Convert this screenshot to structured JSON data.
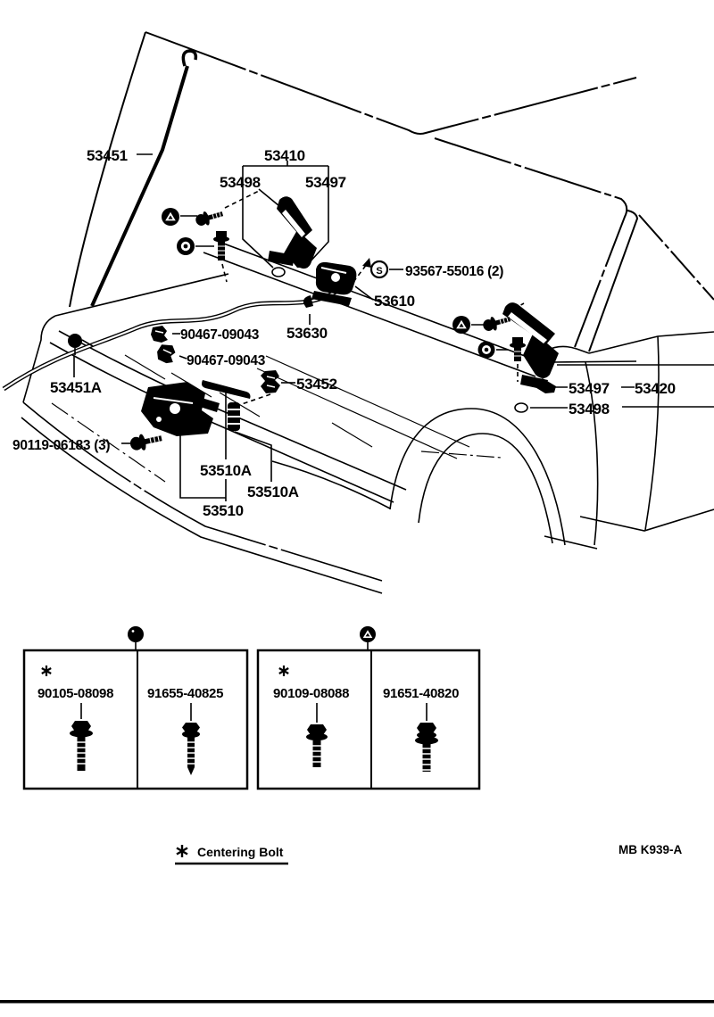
{
  "page": {
    "background": "#ffffff",
    "ink": "#000000",
    "footer_code": "MB K939-A",
    "legend": {
      "symbol": "※",
      "label": "Centering Bolt"
    }
  },
  "diagram": {
    "s_symbol": "S",
    "labels": [
      {
        "id": "rod",
        "text": "53451"
      },
      {
        "id": "hinge-assy-l",
        "text": "53410"
      },
      {
        "id": "pad-l",
        "text": "53498"
      },
      {
        "id": "bolt-l",
        "text": "53497"
      },
      {
        "id": "screw-set",
        "text": "93567-55016 (2)"
      },
      {
        "id": "latch",
        "text": "53610"
      },
      {
        "id": "clip-1",
        "text": "90467-09043"
      },
      {
        "id": "clip-2",
        "text": "90467-09043"
      },
      {
        "id": "cable",
        "text": "53630"
      },
      {
        "id": "rod-clip",
        "text": "53451A"
      },
      {
        "id": "cable-clip",
        "text": "53452"
      },
      {
        "id": "bolt-r",
        "text": "53497"
      },
      {
        "id": "hinge-assy-r",
        "text": "53420"
      },
      {
        "id": "pad-r",
        "text": "53498"
      },
      {
        "id": "lock-bolt",
        "text": "90119-06183 (3)"
      },
      {
        "id": "spring-1",
        "text": "53510A"
      },
      {
        "id": "spring-2",
        "text": "53510A"
      },
      {
        "id": "lock",
        "text": "53510"
      }
    ]
  },
  "bolt_table": {
    "groups": [
      {
        "marker": "circle-icon",
        "cells": [
          {
            "note": "※",
            "part": "90105-08098"
          },
          {
            "note": "",
            "part": "91655-40825"
          }
        ]
      },
      {
        "marker": "triangle-icon",
        "cells": [
          {
            "note": "※",
            "part": "90109-08088"
          },
          {
            "note": "",
            "part": "91651-40820"
          }
        ]
      }
    ]
  }
}
